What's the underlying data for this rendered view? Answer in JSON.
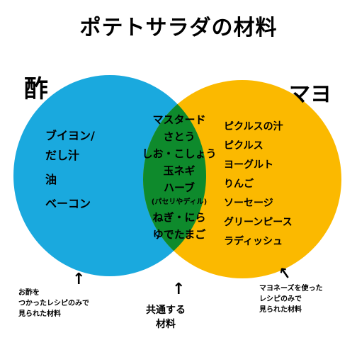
{
  "title": "ポテトサラダの材料",
  "sets": {
    "left": {
      "label": "酢",
      "color": "#1aa9de",
      "items": [
        "ブイヨン/",
        "だし汁",
        "油",
        "ベーコン"
      ]
    },
    "right": {
      "label": "マヨ",
      "color": "#fbb900",
      "items": [
        "ピクルスの汁",
        "ピクルス",
        "ヨーグルト",
        "りんご",
        "ソーセージ",
        "グリーンピース",
        "ラディッシュ"
      ]
    },
    "overlap": {
      "color": "#0e8a2c",
      "items": [
        "マスタード",
        "さとう",
        "しお・こしょう",
        "玉ネギ",
        "ハーブ",
        "(パセリやディル)",
        "ねぎ・にら",
        "ゆでたまご"
      ]
    }
  },
  "notes": {
    "left": [
      "お酢を",
      "つかったレシピのみで",
      "見られた材料"
    ],
    "center": [
      "共通する",
      "材料"
    ],
    "right": [
      "マヨネーズを使った",
      "レシピのみで",
      "見られた材料"
    ]
  },
  "arrows": {
    "left": "↑",
    "center": "↑",
    "right": "↑"
  }
}
